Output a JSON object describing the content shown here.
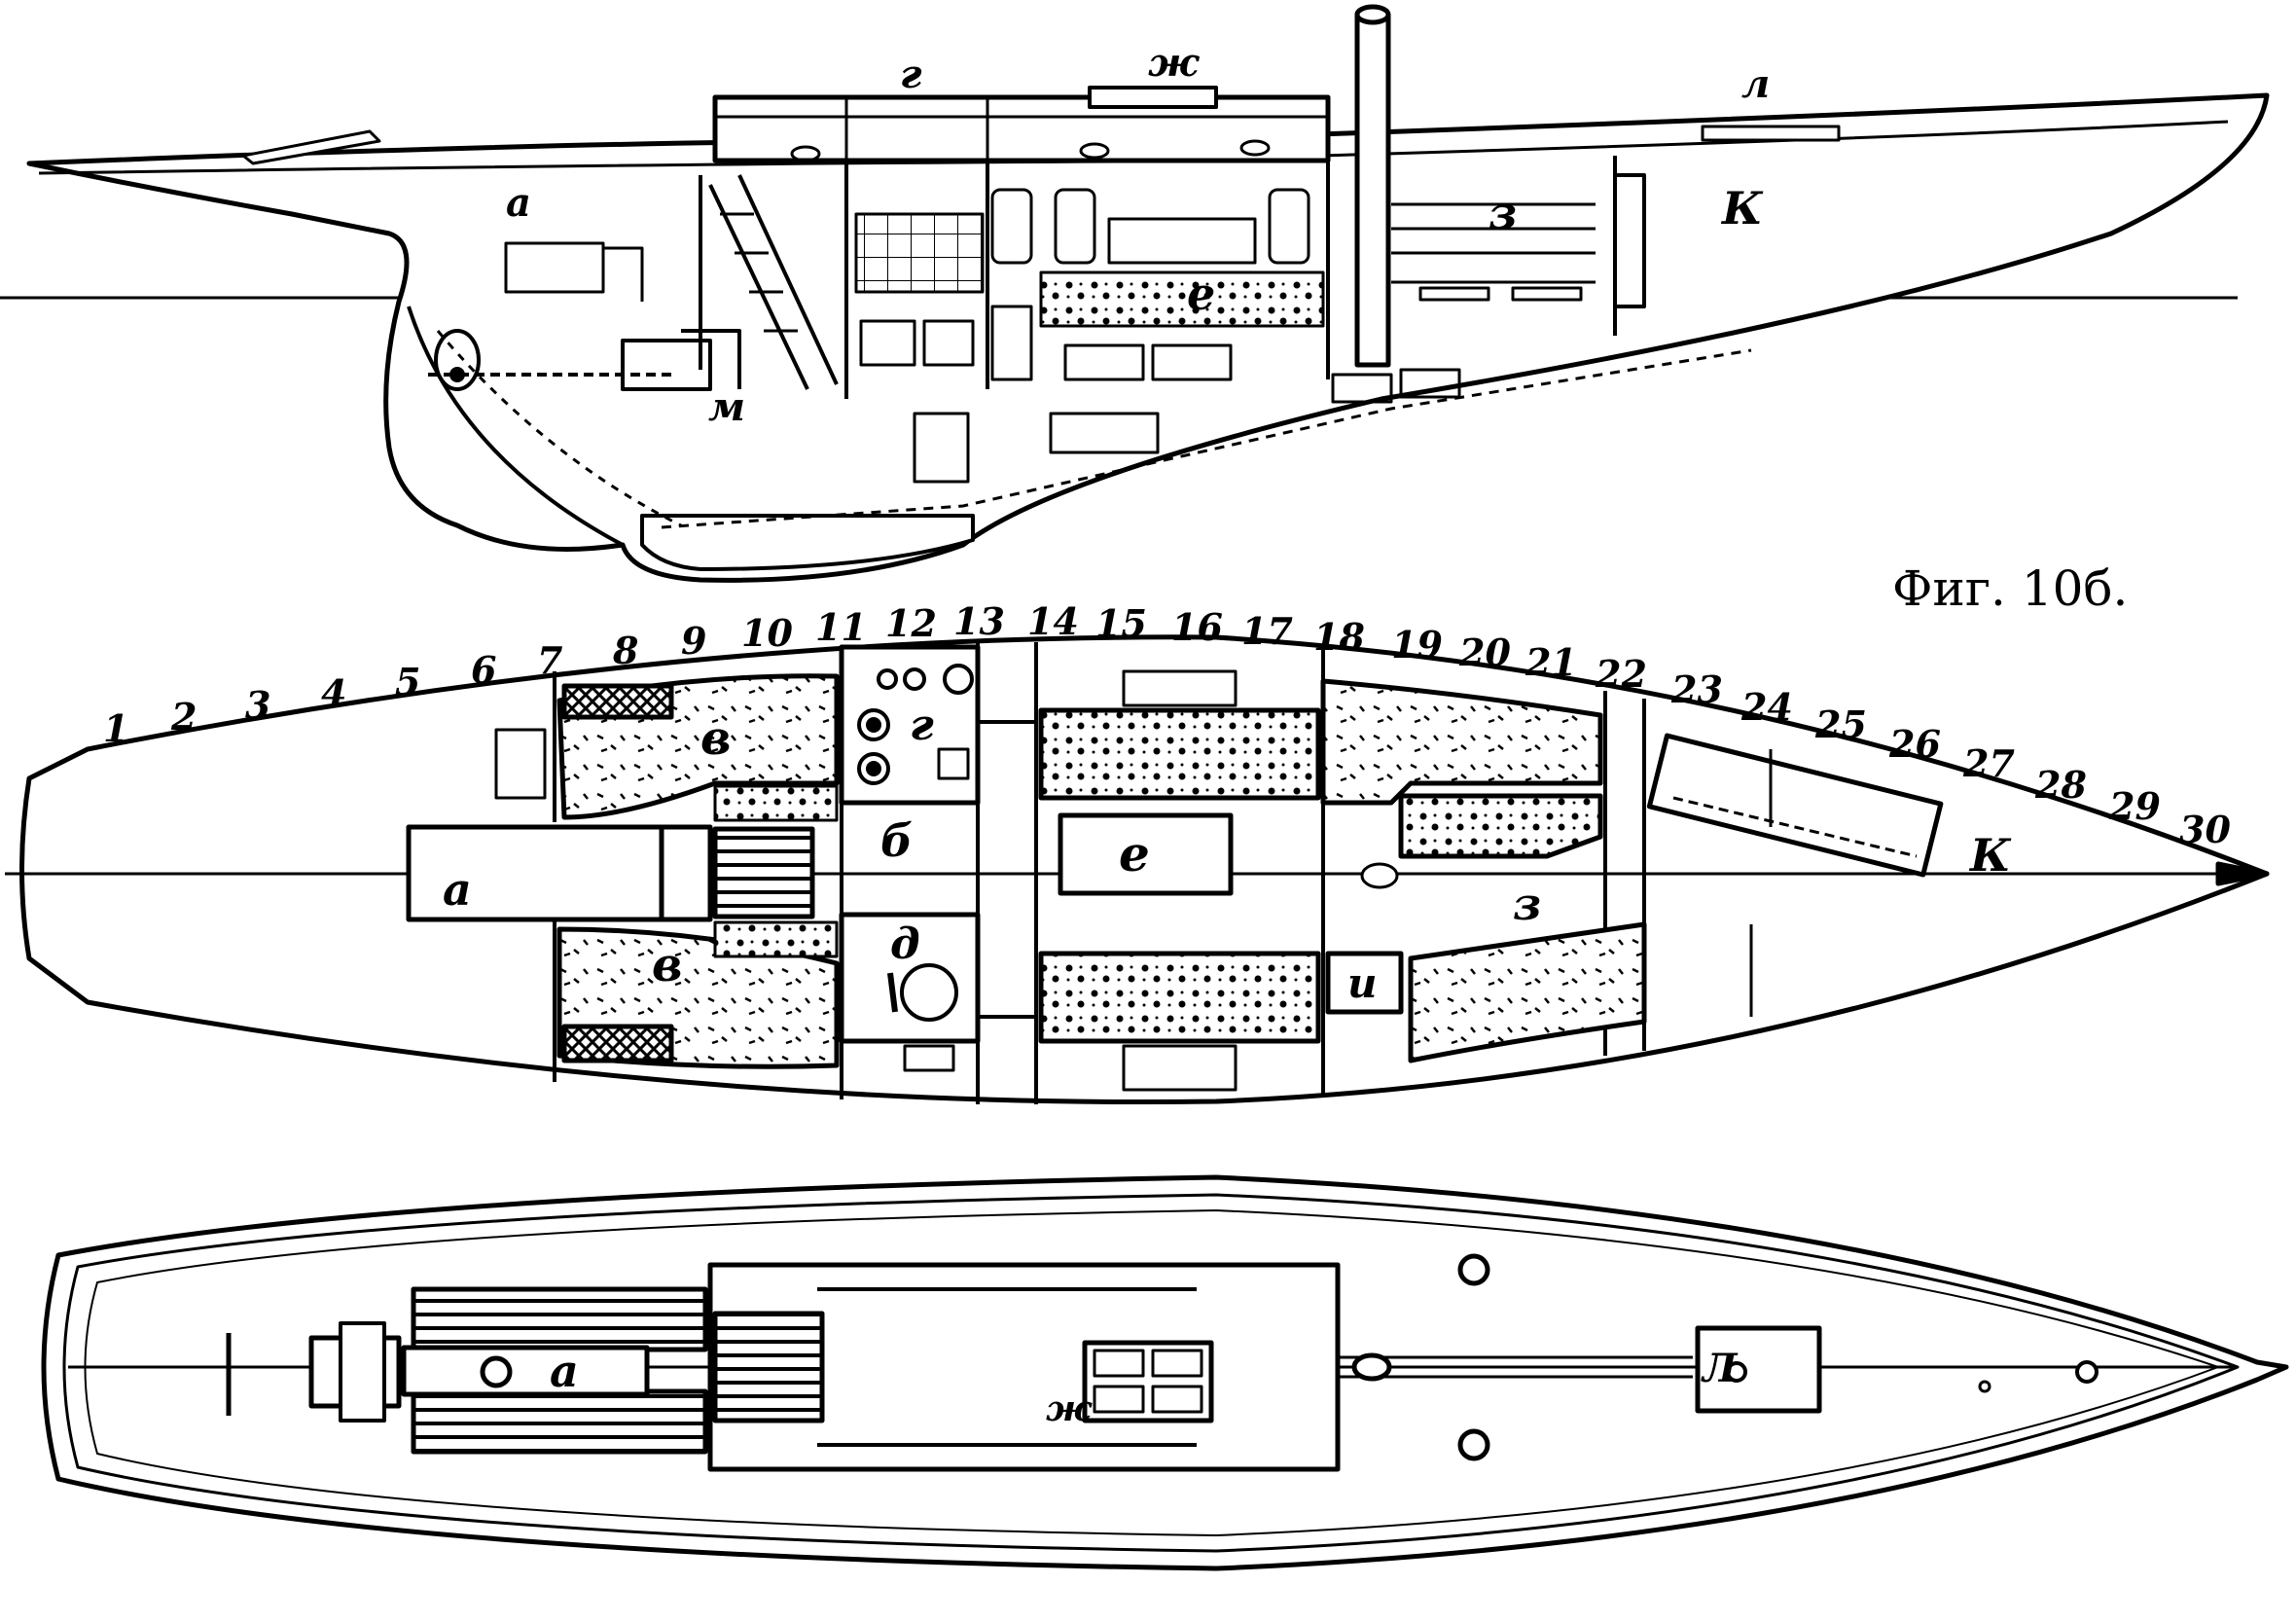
{
  "figure_caption": "Фиг. 10б.",
  "frame_numbers": [
    "1",
    "2",
    "3",
    "4",
    "5",
    "6",
    "7",
    "8",
    "9",
    "10",
    "11",
    "12",
    "13",
    "14",
    "15",
    "16",
    "17",
    "18",
    "19",
    "20",
    "21",
    "22",
    "23",
    "24",
    "25",
    "26",
    "27",
    "28",
    "29",
    "30"
  ],
  "profile_labels": {
    "a": "а",
    "g": "г",
    "zh": "ж",
    "e": "е",
    "z": "з",
    "k": "К",
    "l": "л",
    "m": "м"
  },
  "plan_labels": {
    "a": "а",
    "b": "б",
    "v_top": "в",
    "v_bottom": "в",
    "g": "г",
    "d": "д",
    "e": "е",
    "z": "з",
    "i": "и",
    "k": "К"
  },
  "deck_labels": {
    "a": "а",
    "zh": "ж",
    "l": "Л"
  }
}
